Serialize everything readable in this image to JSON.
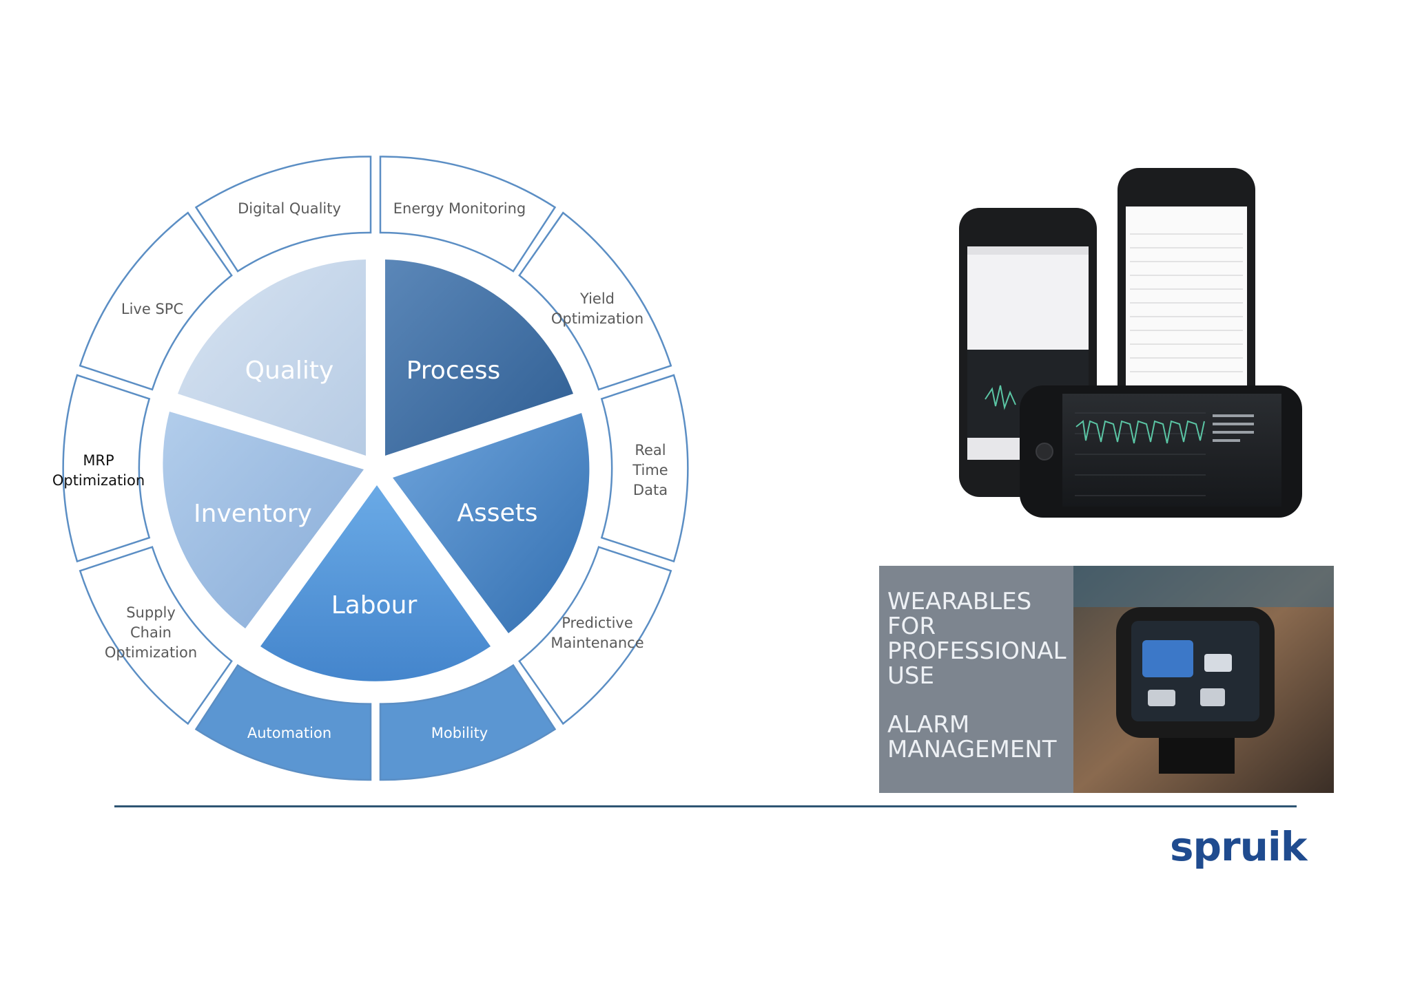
{
  "core": {
    "quality": "Quality",
    "process": "Process",
    "inventory": "Inventory",
    "assets": "Assets",
    "labour": "Labour"
  },
  "ring": {
    "digital_quality": "Digital  Quality",
    "energy_monitoring": "Energy  Monitoring",
    "live_spc": "Live SPC",
    "yield_1": "Yield",
    "yield_2": "Optimization",
    "mrp_1": "MRP",
    "mrp_2": "Optimization",
    "realtime_1": "Real",
    "realtime_2": "Time",
    "realtime_3": "Data",
    "supply_1": "Supply",
    "supply_2": "Chain",
    "supply_3": "Optimization",
    "predictive_1": "Predictive",
    "predictive_2": "Maintenance",
    "automation": "Automation",
    "mobility": "Mobility"
  },
  "wearables": {
    "line1": "WEARABLES",
    "line2": "FOR",
    "line3": "PROFESSIONAL",
    "line4": "USE",
    "line5": "ALARM",
    "line6": "MANAGEMENT"
  },
  "logo": "spruik",
  "colors": {
    "ring_stroke": "#5b8ec4",
    "ring_fill_active": "#5b96d2",
    "quality": "#c9d9ec",
    "process": "#3d6fa6",
    "inventory": "#9dbde3",
    "assets": "#4a86c6",
    "labour": "#5a9be0",
    "logo": "#1f4b8f"
  }
}
